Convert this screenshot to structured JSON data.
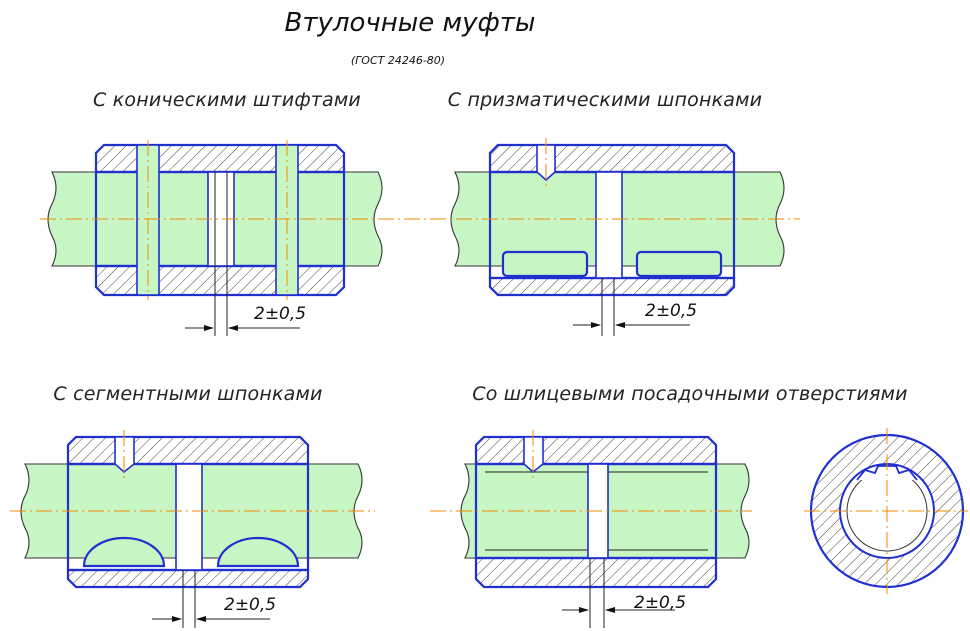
{
  "title": "Втулочные муфты",
  "subtitle": "(ГОСТ 24246-80)",
  "views": {
    "pins": {
      "caption": "С коническими штифтами",
      "gap_label": "2±0,5"
    },
    "keys": {
      "caption": "С призматическими шпонками",
      "gap_label": "2±0,5"
    },
    "segment": {
      "caption": "С сегментными шпонками",
      "gap_label": "2±0,5"
    },
    "spline": {
      "caption": "Со шлицевыми посадочными отверстиями",
      "gap_label": "2±0,5"
    }
  },
  "colors": {
    "outline": "#1f2fd0",
    "shaft_fill": "#c8f5c4",
    "axis": "#f08a00"
  }
}
